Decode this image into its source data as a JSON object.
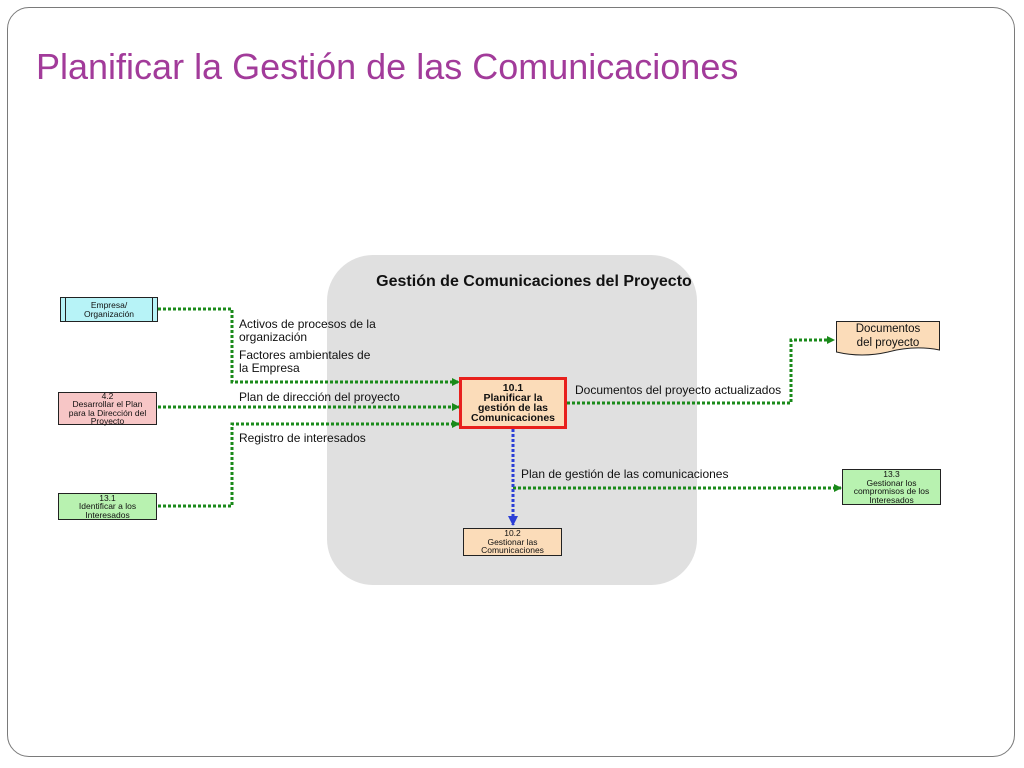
{
  "slide": {
    "title": "Planificar la Gestión de las Comunicaciones"
  },
  "diagram": {
    "group_title": "Gestión de Comunicaciones del Proyecto",
    "center_process": {
      "number": "10.1",
      "line1": "Planificar la",
      "line2": "gestión de las",
      "line3": "Comunicaciones"
    },
    "inputs": [
      {
        "line1": "Empresa/",
        "line2": "Organización"
      },
      {
        "number": "4.2",
        "line1": "Desarrollar el Plan",
        "line2": "para la Dirección del",
        "line3": "Proyecto"
      },
      {
        "number": "13.1",
        "line1": "Identificar a los",
        "line2": "Interesados"
      }
    ],
    "outputs": {
      "project_documents": {
        "line1": "Documentos",
        "line2": "del proyecto"
      },
      "manage_communications": {
        "number": "10.2",
        "line1": "Gestionar las",
        "line2": "Comunicaciones"
      },
      "manage_engagement": {
        "number": "13.3",
        "line1": "Gestionar los",
        "line2": "compromisos de los",
        "line3": "Interesados"
      }
    },
    "flow_labels": {
      "assets_line1": "Activos de procesos de la",
      "assets_line2": "organización",
      "factors_line1": "Factores ambientales de",
      "factors_line2": "la Empresa",
      "plan": "Plan de dirección del proyecto",
      "register": "Registro de interesados",
      "docs_updated": "Documentos del proyecto actualizados",
      "comm_plan": "Plan de gestión de las comunicaciones"
    },
    "colors": {
      "title": "#a23b9a",
      "group_bg": "#e0e0e0",
      "enterprise_fill": "#b7f3f7",
      "plan_fill": "#f7c6c6",
      "stakeholders_fill": "#b8f2b0",
      "center_fill": "#fbdcb9",
      "center_border": "#e8201c",
      "manage_comm_fill": "#fbdcb9",
      "documents_fill": "#fbdcb9",
      "flow_green": "#1a8a1a",
      "flow_blue": "#2c3fd6"
    }
  }
}
